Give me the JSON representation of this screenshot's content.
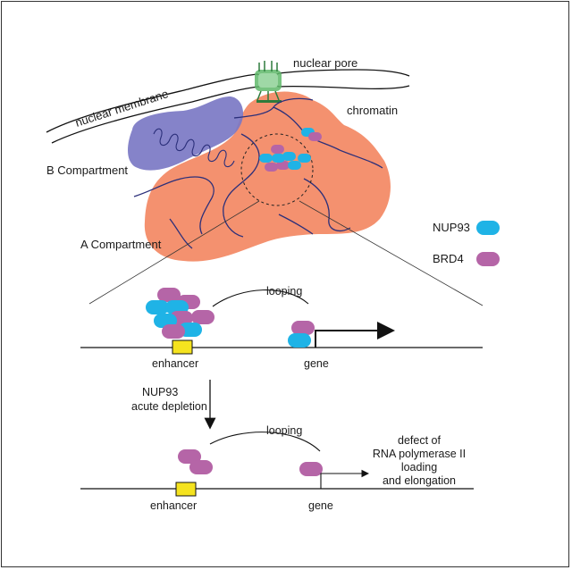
{
  "labels": {
    "nuclear_pore": "nuclear pore",
    "nuclear_membrane": "nuclear membrane",
    "chromatin": "chromatin",
    "b_compartment": "B Compartment",
    "a_compartment": "A Compartment"
  },
  "legend": [
    {
      "name": "NUP93",
      "color": "#1fb3e6"
    },
    {
      "name": "BRD4",
      "color": "#b565a7"
    }
  ],
  "top_panel": {
    "looping": "looping",
    "enhancer": "enhancer",
    "gene": "gene"
  },
  "transition": {
    "line1": "NUP93",
    "line2": "acute depletion"
  },
  "bottom_panel": {
    "looping": "looping",
    "enhancer": "enhancer",
    "gene": "gene",
    "outcome": [
      "defect of",
      "RNA polymerase II",
      "loading",
      "and elongation"
    ]
  },
  "colors": {
    "a_compartment": "#f4916f",
    "b_compartment": "#7b78c4",
    "chromatin_line": "#2b2f7a",
    "b_label": "#2b3a9a",
    "a_label": "#e0262b",
    "enhancer_box": "#f5e31f",
    "nup93": "#1fb3e6",
    "brd4": "#b565a7",
    "pore": "#5fb86a"
  }
}
